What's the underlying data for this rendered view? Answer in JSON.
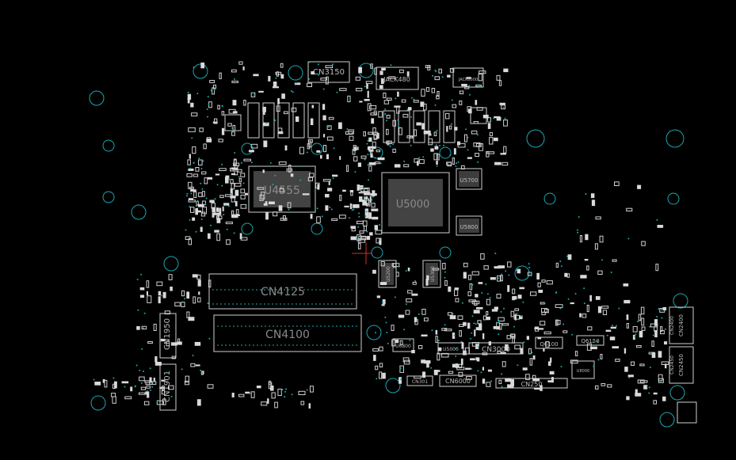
{
  "colors": {
    "background": "#000000",
    "outline": "#cfcfcf",
    "via": "#1aa7b0",
    "silk": "#bdbdbd",
    "cursor": "#d03030"
  },
  "components": {
    "cn3150": "CN3150",
    "jack480": "JACK480",
    "jack_small": "JACK0000",
    "u4555": "U4555",
    "u5000": "U5000",
    "u5700": "U5700",
    "u5800": "U5800",
    "u5200": "U5200",
    "u5300": "U5300",
    "cn4125": "CN4125",
    "cn4100": "CN4100",
    "cn1950": "CN1950",
    "cn1901": "CN1901",
    "u6800": "U6800",
    "u5000b": "U5000",
    "cn3000": "CN3000",
    "q6100": "Q6100",
    "q6150": "Q6150",
    "cn301": "CN301",
    "cn6000": "CN6000",
    "cn250": "CN250",
    "u8000": "U8000",
    "cn2400": "CN2400",
    "cn2450": "CN2450",
    "cn2400_side": "CN2400",
    "cn2450_side": "CN2450"
  }
}
